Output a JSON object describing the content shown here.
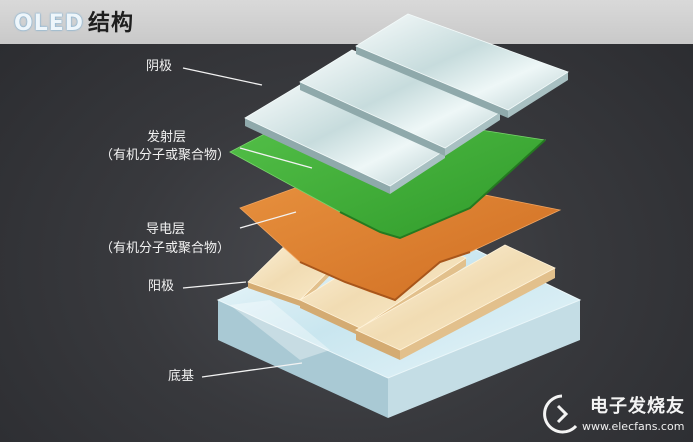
{
  "title": {
    "en": "OLED",
    "cn": "结构"
  },
  "labels": {
    "cathode": "阴极",
    "emissive_layer": "发射层",
    "emissive_layer_note": "（有机分子或聚合物）",
    "conductive_layer": "导电层",
    "conductive_layer_note": "（有机分子或聚合物）",
    "anode": "阳极",
    "substrate": "底基"
  },
  "watermark": {
    "name": "电子发烧友",
    "url": "www.elecfans.com"
  },
  "colors": {
    "header": "#cfcfcf",
    "background": "#37383c",
    "emissive": "#3aa32f",
    "conductive": "#d9792a",
    "anode": "#f1d9b0",
    "cathode": "#dfeef0",
    "substrate": "#d8eef4"
  }
}
